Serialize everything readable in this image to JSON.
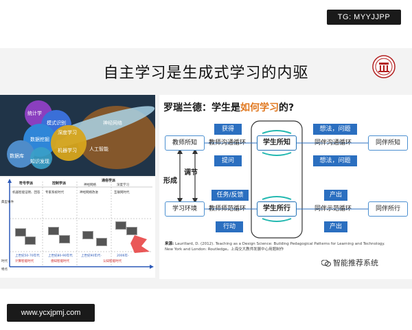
{
  "tag_badge": "TG: MYYJJPP",
  "title": "自主学习是生成式学习的内驱",
  "url_badge": "www.ycxjpmj.com",
  "watermark": "智能推荐系统",
  "ai_figure": {
    "labels": [
      "统计学",
      "模式识别",
      "数据挖掘",
      "深度学习",
      "机器学习",
      "人工智能",
      "神经网络",
      "数据库",
      "知识发现"
    ]
  },
  "table_figure": {
    "headers": [
      "符号学派",
      "控制学派",
      "通俗学派"
    ],
    "subheaders": [
      "神经网络",
      "深度学习"
    ],
    "rows": [
      "机器智能证明、回答",
      "专家系统时代",
      "神经网络改进",
      "互联网时代",
      "计算智能时代",
      "感知智能时代",
      "认知智能时代"
    ],
    "eras": [
      "计算智能时代",
      "感知智能时代",
      "认知智能时代"
    ],
    "years": [
      "上世纪50-70年代",
      "上世纪80-90年代",
      "上世纪90年代-",
      "2006年-"
    ],
    "axis_left": [
      "典型事件",
      "时代",
      "特点"
    ]
  },
  "diagram": {
    "title_prefix": "罗瑞兰德：学生是",
    "title_highlight": "如何学习",
    "title_suffix": "的?",
    "top_row": {
      "left_node": "教师所知",
      "left_cycle": "教师沟通循环",
      "center": "学生所知",
      "right_cycle": "同伴沟通循环",
      "right_node": "同伴所知",
      "arrow_top_left": "获得",
      "arrow_bottom_left": "提问",
      "arrow_top_right": "想法，问题",
      "arrow_bottom_right": "想法，问题"
    },
    "bottom_row": {
      "left_node": "学习环境",
      "left_cycle": "教师师范循环",
      "center": "学生所行",
      "right_cycle": "同伴示范循环",
      "right_node": "同伴所行",
      "arrow_top_left": "任务/反馈",
      "arrow_bottom_left": "行动",
      "arrow_top_right": "产出",
      "arrow_bottom_right": "产出"
    },
    "side_labels": [
      "调节",
      "形成"
    ],
    "reference_label": "来源:",
    "reference_line1": "Laurillard, D. (2012). Teaching as a Design Science: Building Pedagogical Patterns for Learning and Technology.",
    "reference_line2": "New York and London: Routledge。上海交大教师发展中心用题制作"
  },
  "colors": {
    "arrow_blue": "#2b6fc0",
    "node_border": "#4a8fd0",
    "highlight_orange": "#e07820",
    "teal_arc": "#22b8b0"
  }
}
